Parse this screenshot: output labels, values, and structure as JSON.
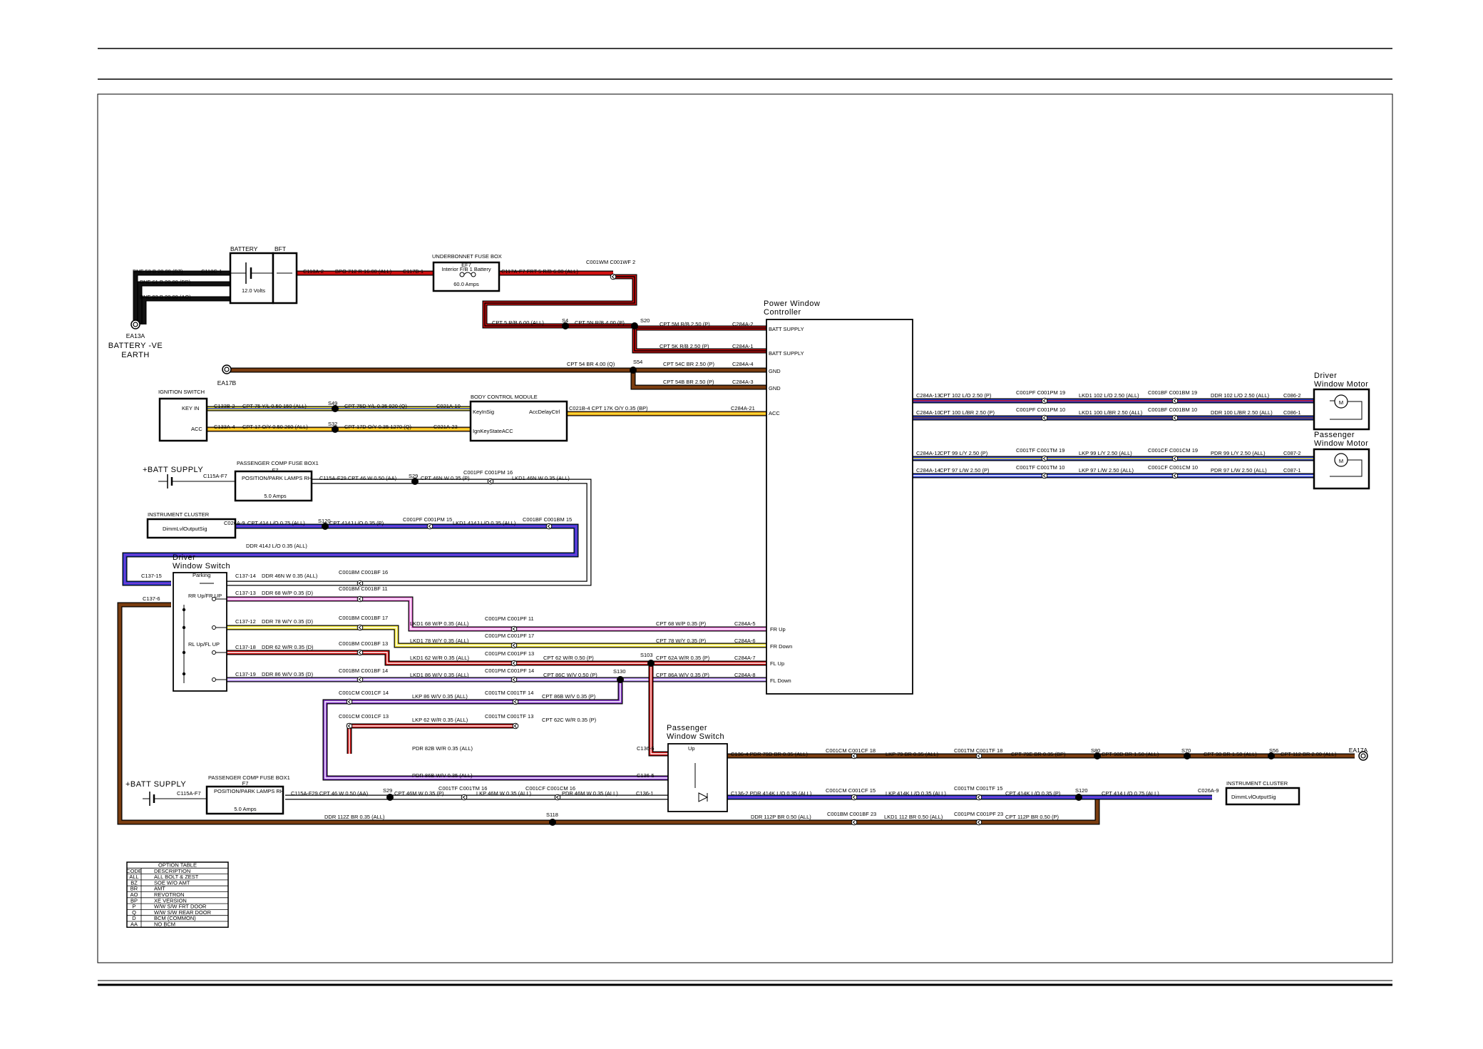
{
  "colors": {
    "red": "#d01010",
    "brown": "#7a3d10",
    "orange": "#f2a51d",
    "yellow": "#f5e93c",
    "blue": "#2b3fd6",
    "purple": "#8a3ad0",
    "lavender": "#b58df0",
    "green": "#1e8c2e",
    "pink": "#f07adf",
    "white": "#ffffff",
    "grey": "#b8b8b8"
  },
  "components": {
    "battery": "BATTERY",
    "bft": "BFT",
    "battery_volts": "12.0 Volts",
    "earth_id": "EA13A",
    "earth_name": "BATTERY -VE",
    "earth_name2": "EARTH",
    "ea17b": "EA17B",
    "ea17a": "EA17A",
    "ubfb": "UNDERBONNET FUSE BOX",
    "ubfb_fuse": "EF7",
    "ubfb_fuse_name": "Interior F/B 1 Battery",
    "ubfb_amps": "60.0 Amps",
    "pwc1": "Power Window",
    "pwc2": "Controller",
    "ign": "IGNITION SWITCH",
    "key_in": "KEY IN",
    "acc": "ACC",
    "bcm": "BODY CONTROL MODULE",
    "bcm_keyin": "KeyInSig",
    "bcm_accdelay": "AccDelayCtrl",
    "bcm_ignkey": "IgnKeyStateACC",
    "batt_supply": "+BATT SUPPLY",
    "pcfb1": "PASSENGER COMP FUSE BOX1",
    "pcfb_fuse": "F7",
    "pcfb_name": "POSITION/PARK LAMPS RH",
    "pcfb_amps": "5.0 Amps",
    "ic": "INSTRUMENT CLUSTER",
    "ic_sig": "DimmLvlOutputSig",
    "dws1": "Driver",
    "dws2": "Window Switch",
    "parking": "Parking",
    "rr_up": "RR Up/FR UP",
    "rl_up": "RL Up/FL UP",
    "pws1": "Passenger",
    "pws2": "Window Switch",
    "up": "Up",
    "dwm1": "Driver",
    "dwm2": "Window Motor",
    "pwm1": "Passenger",
    "pwm2": "Window Motor",
    "motor": "M",
    "pin_batt1": "BATT SUPPLY",
    "pin_batt2": "BATT SUPPLY",
    "pin_gnd1": "GND",
    "pin_gnd2": "GND",
    "pin_acc": "ACC",
    "pin_frup": "FR Up",
    "pin_frdown": "FR Down",
    "pin_flup": "FL Up",
    "pin_fldown": "FL Down"
  },
  "labels": {
    "l1": "BNE  53 B 20.00 (BZ)",
    "l2": "C118C-1",
    "l3": "BNE  61 B 20.00 (BR)",
    "l4": "BNE  93 B 20.00 (AO)",
    "l5": "C118A-2",
    "l6": "BPO  712 R 16.00 (ALL)",
    "l7": "C117B-1",
    "l8": "C117A-F7 FRT  5 R/B 6.00 (ALL)",
    "l9": "C001WM C001WF 2",
    "l10": "CPT  5 R/B 6.00 (ALL)",
    "l11": "S4",
    "l12": "CPT  5N R/B 4.00 (P)",
    "l13": "S20",
    "l14": "CPT  5M R/B 2.50 (P)",
    "l15": "C284A-2",
    "l16": "CPT  5K R/B 2.50 (P)",
    "l17": "C284A-1",
    "l18": "CPT    54 BR 4.00 (Q)",
    "l19": "S54",
    "l20": "CPT   54C BR 2.50 (P)",
    "l21": "C284A-4",
    "l22": "CPT   54B BR 2.50 (P)",
    "l23": "C284A-3",
    "l24": "C133B-2",
    "l25": "CPT   75 Y/L 0.50 150 (ALL)",
    "l26": "S49",
    "l27": "CPT   75D Y/L 0.35 920 (Q)",
    "l28": "C021A-10",
    "l29": "C133A-4",
    "l30": "CPT   17 O/Y 0.50 260 (ALL)",
    "l31": "S32",
    "l32": "CPT   17D O/Y 0.35 1270 (Q)",
    "l33": "C021A-23",
    "l34": "C021B-4  CPT   17K O/Y 0.35 (BP)",
    "l35": "C284A-21",
    "l36": "C115A-F7",
    "l37": "C115A-F29  CPT  46 W 0.50 (AA)",
    "l38": "S29",
    "l39": "CPT  46N W 0.35 (P)",
    "l40": "C001PF C001PM 16",
    "l41": "LKD1   46N W 0.35 (ALL)",
    "l42": "C026A-9",
    "l43": "CPT  414 L/O 0.75 (ALL)",
    "l44": "S120",
    "l45": "CPT   414J L/O 0.35 (P)",
    "l46": "C001PF C001PM 15",
    "l47": "LKD1   414J L/O 0.35 (ALL)",
    "l48": "C001BF C001BM 15",
    "l49": "DDR   414J L/O 0.35 (ALL)",
    "l50": "C137-15",
    "l51": "C137-6",
    "l52": "C137-14",
    "l53": "DDR   46N W 0.35 (ALL)",
    "l54": "C001BM C001BF 16",
    "l55": "C137-13",
    "l56": "DDR   68 W/P 0.35 (D)",
    "l57": "C001BM C001BF 11",
    "l58": "C137-12",
    "l59": "DDR   78 W/Y 0.35 (D)",
    "l60": "C001BM C001BF 17",
    "l61": "C137-18",
    "l62": "DDR   62 W/R 0.35 (D)",
    "l63": "C001BM C001BF 13",
    "l64": "C137-19",
    "l65": "DDR   86 W/V 0.35 (D)",
    "l66": "C001BM C001BF 14",
    "l67": "LKD1   68 W/P 0.35 (ALL)",
    "l68": "C001PM C001PF 11",
    "l69": "CPT   68 W/P 0.35 (P)",
    "l70": "C284A-5",
    "l71": "LKD1   78 W/Y 0.35 (ALL)",
    "l72": "C001PM C001PF 17",
    "l73": "CPT   78 W/Y 0.35 (P)",
    "l74": "C284A-6",
    "l75": "LKD1   62 W/R 0.35 (ALL)",
    "l76": "C001PM C001PF 13",
    "l77": "CPT   62 W/R 0.50 (P)",
    "l78": "S103",
    "l79": "CPT   62A W/R 0.35 (P)",
    "l80": "C284A-7",
    "l81": "LKD1   86 W/V 0.35 (ALL)",
    "l82": "C001PM C001PF 14",
    "l83": "CPT   86C W/V 0.50 (P)",
    "l84": "S130",
    "l85": "CPT   86A W/V 0.35 (P)",
    "l86": "C284A-8",
    "l87": "C001CM C001CF 14",
    "l88": "LKP   86 W/V 0.35 (ALL)",
    "l89": "C001TM C001TF 14",
    "l90": "CPT   86B W/V 0.35 (P)",
    "l91": "C001CM C001CF 13",
    "l92": "LKP   62 W/R 0.35 (ALL)",
    "l93": "C001TM C001TF 13",
    "l94": "CPT   62C W/R 0.35 (P)",
    "l95": "PDR   82B W/R 0.35 (ALL)",
    "l96": "C136-6",
    "l97": "PDR   86B W/V 0.35 (ALL)",
    "l98": "C136-5",
    "l99": "C136-4  PDR  79D BR 0.35 (ALL)",
    "l100": "C001CM C001CF 18",
    "l101": "LKP   79 BR 0.35 (ALL)",
    "l102": "C001TM C001TF 18",
    "l103": "CPT   79E BR 0.35 (BP)",
    "l104": "S80",
    "l105": "CPT   98D BR 1.50 (ALL)",
    "l106": "S70",
    "l107": "CPT  98 BR 1.50 (ALL)",
    "l108": "S56",
    "l109": "CPT   112 BR 2.00 (ALL)",
    "l110": "C136-2  PDR  414K L/O 0.35 (ALL)",
    "l111": "C001CM C001CF 15",
    "l112": "LKP  414K L/O 0.35 (ALL)",
    "l113": "C001TM C001TF 15",
    "l114": "CPT  414K L/O 0.35 (P)",
    "l115": "S120",
    "l116": "CPT   414 L/O 0.75 (ALL)",
    "l117": "C026A-9",
    "l118": "C115A-F7",
    "l119": "C115A-F29   CPT  46 W 0.50 (AA)",
    "l120": "S29",
    "l121": "CPT  46M W 0.35 (P)",
    "l122": "C001TF C001TM 16",
    "l123": "LKP  46M W 0.35 (ALL)",
    "l124": "C001CF C001CM 16",
    "l125": "PDR   46M W 0.35 (ALL)",
    "l126": "C136-1",
    "l127": "DDR  112Z BR 0.35 (ALL)",
    "l128": "S118",
    "l129": "DDR  112P BR 0.50 (ALL)",
    "l130": "C001BM C001BF 23",
    "l131": "LKD1 112 BR 0.50 (ALL)",
    "l132": "C001PM C001PF 23",
    "l133": "CPT  112P BR 0.50 (P)",
    "r1": "C284A-13",
    "r2": "CPT   102 L/O 2.50 (P)",
    "r3": "C001PF C001PM 19",
    "r4": "LKD1   102 L/O 2.50 (ALL)",
    "r5": "C001BF C001BM 19",
    "r6": "DDR  102 L/O 2.50 (ALL)",
    "r7": "C086-2",
    "r8": "C284A-10",
    "r9": "CPT   100 L/BR 2.50 (P)",
    "r10": "C001PF C001PM 10",
    "r11": "LKD1   100 L/BR 2.50 (ALL)",
    "r12": "C001BF C001BM 10",
    "r13": "DDR  100 L/BR 2.50 (ALL)",
    "r14": "C086-1",
    "r15": "C284A-12",
    "r16": "CPT   99 L/Y 2.50 (P)",
    "r17": "C001TF C001TM 19",
    "r18": "LKP    99 L/Y 2.50 (ALL)",
    "r19": "C001CF C001CM 19",
    "r20": "PDR  99 L/Y 2.50 (ALL)",
    "r21": "C087-2",
    "r22": "C284A-14",
    "r23": "CPT   97 L/W 2.50 (P)",
    "r24": "C001TF C001TM 10",
    "r25": "LKP    97 L/W 2.50 (ALL)",
    "r26": "C001CF C001CM 10",
    "r27": "PDR  97 L/W 2.50 (ALL)",
    "r28": "C087-1"
  },
  "option_table": {
    "title": "OPTION TABLE",
    "rows": [
      [
        "CODE",
        "DESCRIPTION"
      ],
      [
        "ALL",
        "ALL BOLT & ZEST"
      ],
      [
        "BZ",
        "SOE W/O AMT"
      ],
      [
        "BR",
        "AMT"
      ],
      [
        "AO",
        "REVOTRON"
      ],
      [
        "BP",
        "XE VERSION"
      ],
      [
        "P",
        "W/W S/W FRT DOOR"
      ],
      [
        "Q",
        "W/W S/W REAR DOOR"
      ],
      [
        "D",
        "BCM (COMMON)"
      ],
      [
        "AA",
        "NO BCM"
      ]
    ]
  }
}
